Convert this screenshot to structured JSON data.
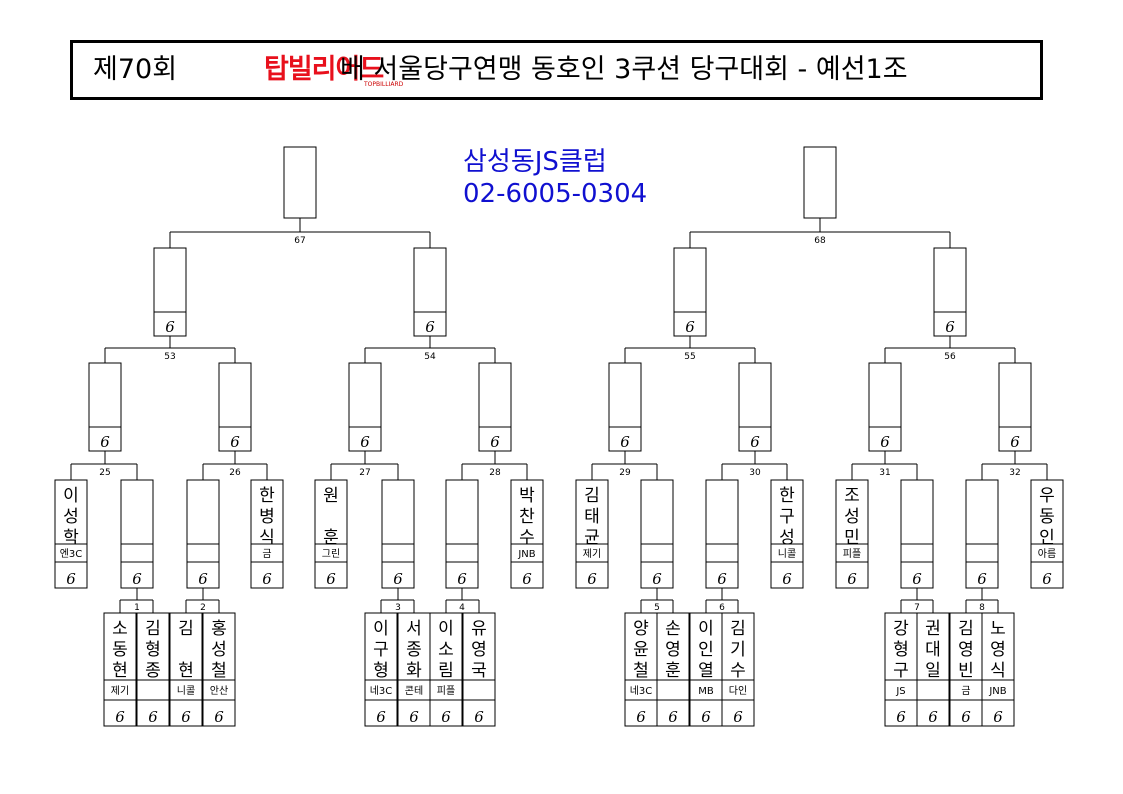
{
  "title": {
    "prefix": "제70회",
    "logo_text": "탑빌리어드",
    "logo_sub": "TOPBILLIARD",
    "suffix": "배 서울당구연맹 동호인 3쿠션 당구대회 - 예선1조"
  },
  "club": {
    "name": "삼성동JS클럽",
    "phone": "02-6005-0304"
  },
  "score_mark": "6",
  "match_numbers": [
    "1",
    "2",
    "3",
    "4",
    "5",
    "6",
    "7",
    "8",
    "25",
    "26",
    "27",
    "28",
    "29",
    "30",
    "31",
    "32",
    "53",
    "54",
    "55",
    "56",
    "67",
    "68"
  ],
  "byes": [
    {
      "name": "이성학",
      "aff": "엔3C"
    },
    {
      "name": "한병식",
      "aff": "금"
    },
    {
      "name": "원 훈",
      "aff": "그린"
    },
    {
      "name": "박찬수",
      "aff": "JNB"
    },
    {
      "name": "김태균",
      "aff": "제기"
    },
    {
      "name": "한구성",
      "aff": "니콜"
    },
    {
      "name": "조성민",
      "aff": "피플"
    },
    {
      "name": "우동인",
      "aff": "아름"
    }
  ],
  "first_round": [
    {
      "name": "소동현",
      "aff": "제기"
    },
    {
      "name": "김형종",
      "aff": ""
    },
    {
      "name": "김 현",
      "aff": "니콜"
    },
    {
      "name": "홍성철",
      "aff": "안산"
    },
    {
      "name": "이구형",
      "aff": "네3C"
    },
    {
      "name": "서종화",
      "aff": "콘테"
    },
    {
      "name": "이소림",
      "aff": "피플"
    },
    {
      "name": "유영국",
      "aff": ""
    },
    {
      "name": "양윤철",
      "aff": "네3C"
    },
    {
      "name": "손영훈",
      "aff": ""
    },
    {
      "name": "이인열",
      "aff": "MB"
    },
    {
      "name": "김기수",
      "aff": "다인"
    },
    {
      "name": "강형구",
      "aff": "JS"
    },
    {
      "name": "권대일",
      "aff": ""
    },
    {
      "name": "김영빈",
      "aff": "금"
    },
    {
      "name": "노영식",
      "aff": "JNB"
    }
  ]
}
